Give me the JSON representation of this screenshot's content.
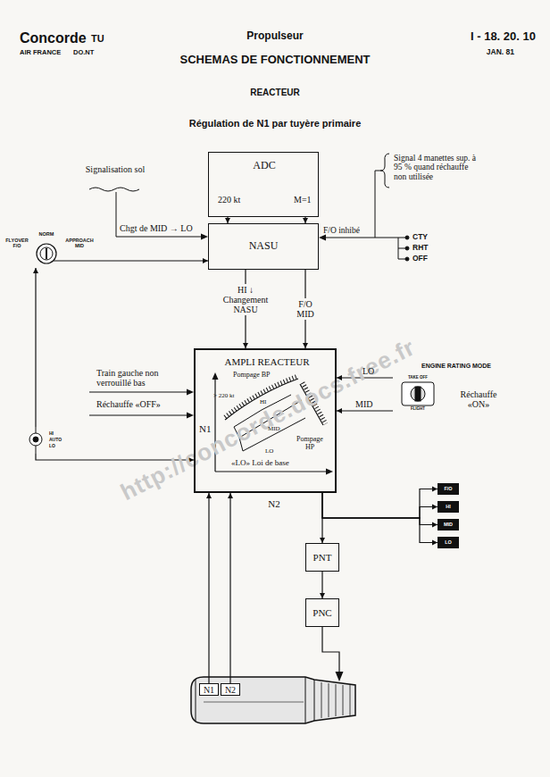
{
  "diagram": {
    "title": "Régulation de N1 par tuyère primaire",
    "nodes": [
      {
        "text": [
          "ADC",
          "220 kt",
          "M=1"
        ]
      },
      {
        "text": [
          "NASU"
        ]
      },
      {
        "text": [
          "FLYOVER F/O",
          "NORM",
          "APPROACH MID"
        ]
      },
      {
        "text": [
          "AMPLI REACTEUR",
          "Pompage BP",
          "> 220 kt",
          "HI",
          "MID",
          "LO",
          "Pompage HP",
          "N1",
          "«LO» Loi de base",
          "N2"
        ]
      },
      {
        "text": [
          "ENGINE RATING MODE",
          "TAKE OFF",
          "FLIGHT"
        ]
      },
      {
        "text": [
          "HI",
          "AUTO",
          "LO"
        ]
      },
      {
        "text": [
          "F/O"
        ]
      },
      {
        "text": [
          "HI"
        ]
      },
      {
        "text": [
          "MID"
        ]
      },
      {
        "text": [
          "LO"
        ]
      },
      {
        "text": [
          "PNT"
        ]
      },
      {
        "text": [
          "PNC"
        ]
      },
      {
        "text": [
          "N1"
        ]
      },
      {
        "text": [
          "N2"
        ]
      }
    ],
    "edges": [
      {
        "from": 0,
        "to": 1,
        "arrow": "to"
      },
      {
        "from": 0,
        "to": 1,
        "arrow": "to"
      },
      {
        "from": 2,
        "to": 1,
        "arrow": "to"
      },
      {
        "from": 1,
        "to": 3,
        "label": "HI ↓ Changement NASU",
        "arrow": "to"
      },
      {
        "from": 1,
        "to": 3,
        "label": "F/O MID",
        "arrow": "to"
      },
      {
        "from": 4,
        "to": 3,
        "label": "LO",
        "arrow": "to"
      },
      {
        "from": 4,
        "to": 3,
        "label": "MID",
        "arrow": "to"
      },
      {
        "from": 5,
        "to": 2,
        "arrow": "to"
      },
      {
        "from": 5,
        "to": 3,
        "arrow": "to"
      },
      {
        "from": 3,
        "to": 6,
        "arrow": "to"
      },
      {
        "from": 3,
        "to": 7,
        "arrow": "to"
      },
      {
        "from": 3,
        "to": 8,
        "arrow": "to"
      },
      {
        "from": 3,
        "to": 9,
        "arrow": "to"
      },
      {
        "from": 3,
        "to": 10,
        "arrow": "to"
      },
      {
        "from": 10,
        "to": 11,
        "arrow": "to"
      },
      {
        "from": 12,
        "to": 3,
        "arrow": "to"
      },
      {
        "from": 13,
        "to": 3,
        "arrow": "to"
      }
    ],
    "labels": [
      "Concorde",
      "TU",
      "AIR FRANCE",
      "DO.NT",
      "Propulseur",
      "I - 18. 20. 10",
      "JAN. 81",
      "SCHEMAS DE FONCTIONNEMENT",
      "REACTEUR",
      "Signalisation sol",
      "Chgt de MID → LO",
      "Signal 4 manettes sup. à 95 % quand réchauffe non utilisée",
      "F/O inhibé",
      "CTY",
      "RHT",
      "OFF",
      "Train gauche non verrouillé bas",
      "Réchauffe «OFF»",
      "Réchauffe «ON»",
      "http://concorde.docs.free.fr"
    ]
  }
}
